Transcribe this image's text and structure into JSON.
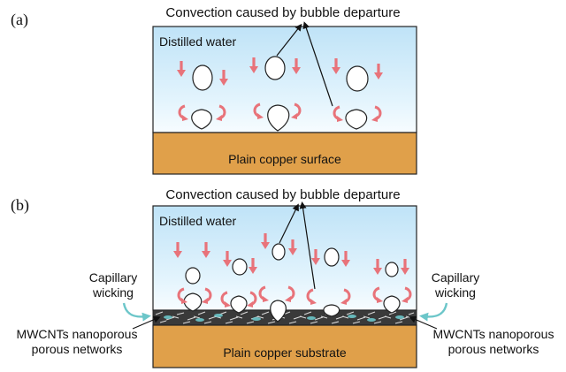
{
  "panel_a": {
    "label": "(a)",
    "caption": "Convection caused by bubble departure",
    "water_label": "Distilled water",
    "surface_label": "Plain copper surface"
  },
  "panel_b": {
    "label": "(b)",
    "caption": "Convection caused by bubble departure",
    "water_label": "Distilled water",
    "surface_label": "Plain copper substrate",
    "left_wicking_line1": "Capillary",
    "left_wicking_line2": "wicking",
    "right_wicking_line1": "Capillary",
    "right_wicking_line2": "wicking",
    "left_network_line1": "MWCNTs nanoporous",
    "left_network_line2": "porous networks",
    "right_network_line1": "MWCNTs nanoporous",
    "right_network_line2": "porous networks"
  },
  "colors": {
    "water_top": "#bfe3f7",
    "water_bottom": "#f4fbff",
    "copper": "#e0a04a",
    "arrow_red": "#e8737a",
    "wicking_teal": "#6cc6c9"
  }
}
